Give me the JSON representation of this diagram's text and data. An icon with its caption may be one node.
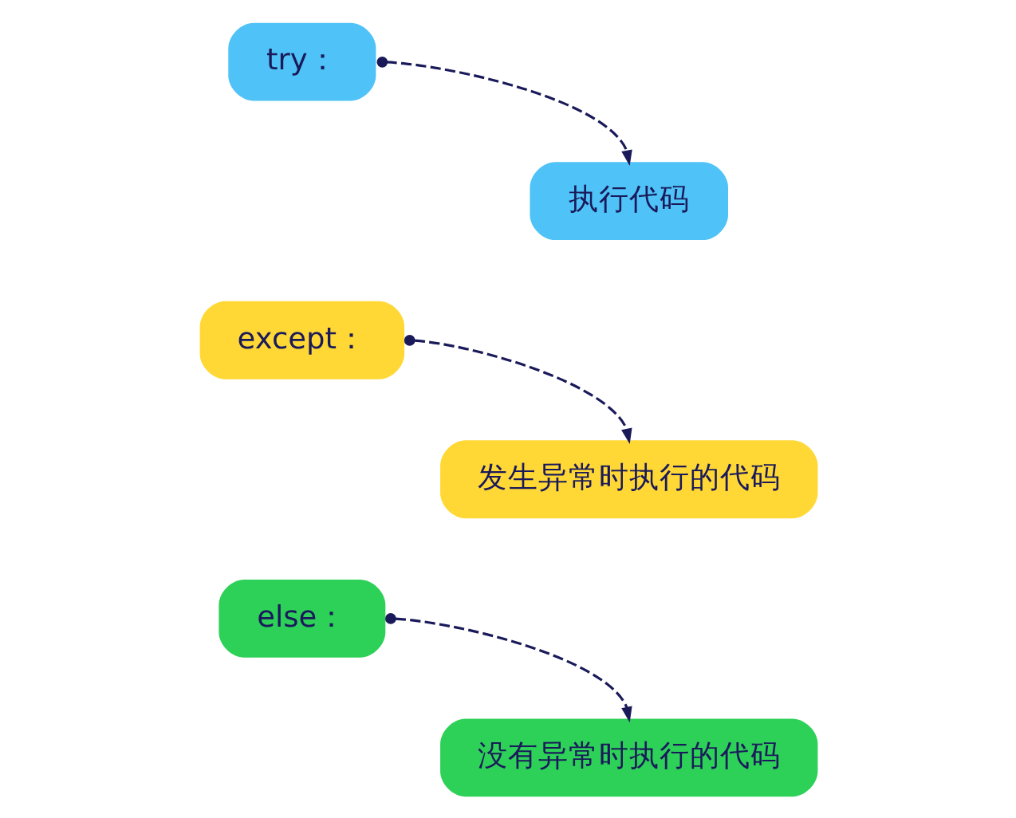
{
  "diagram": {
    "nodes": [
      {
        "text": [
          "try："
        ]
      },
      {
        "text": [
          "执行代码"
        ]
      },
      {
        "text": [
          "except："
        ]
      },
      {
        "text": [
          "发生异常时执行的代码"
        ]
      },
      {
        "text": [
          "else："
        ]
      },
      {
        "text": [
          "没有异常时执行的代码"
        ]
      }
    ],
    "edges": [
      {
        "from": 0,
        "to": 1,
        "arrow": "to",
        "style": "dashed"
      },
      {
        "from": 2,
        "to": 3,
        "arrow": "to",
        "style": "dashed"
      },
      {
        "from": 4,
        "to": 5,
        "arrow": "to",
        "style": "dashed"
      }
    ]
  }
}
